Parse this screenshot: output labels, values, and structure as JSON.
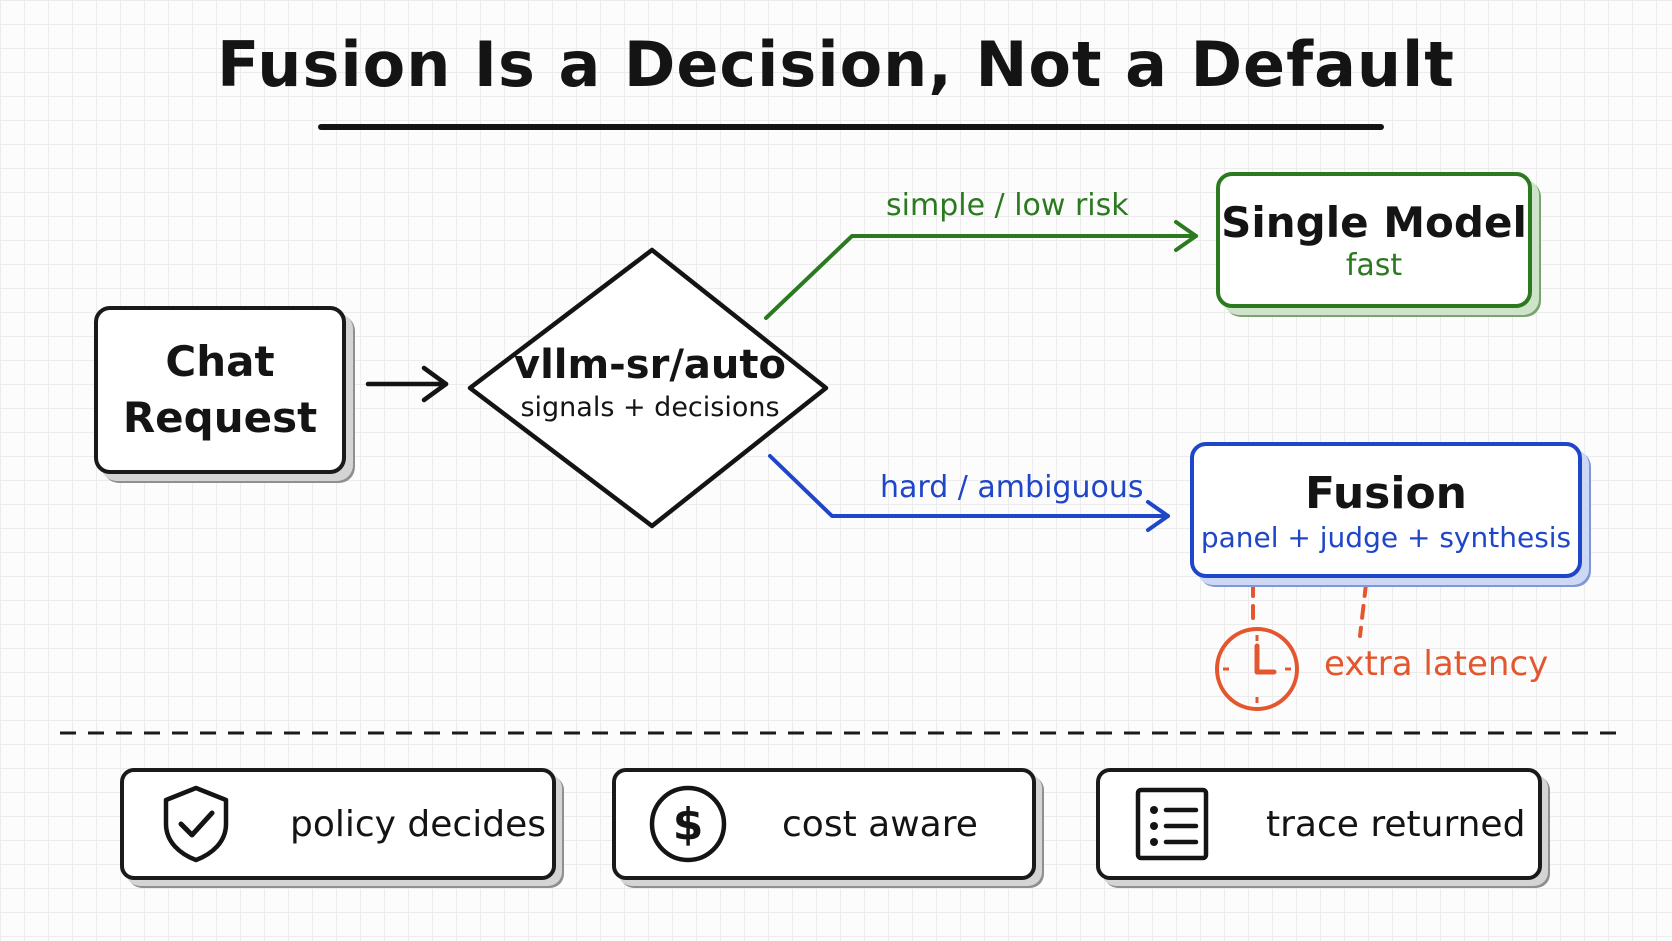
{
  "title": "Fusion Is a Decision, Not a Default",
  "nodes": {
    "chat_request": {
      "line1": "Chat",
      "line2": "Request"
    },
    "router": {
      "title": "vllm-sr/auto",
      "subtitle": "signals + decisions"
    },
    "single_model": {
      "title": "Single Model",
      "subtitle": "fast"
    },
    "fusion": {
      "title": "Fusion",
      "subtitle": "panel + judge + synthesis"
    }
  },
  "edges": {
    "simple": "simple / low risk",
    "hard": "hard / ambiguous"
  },
  "latency": {
    "label": "extra latency",
    "icon": "clock-icon"
  },
  "features": [
    {
      "label": "policy decides",
      "icon": "shield-check-icon"
    },
    {
      "label": "cost aware",
      "icon": "dollar-coin-icon"
    },
    {
      "label": "trace returned",
      "icon": "list-icon"
    }
  ],
  "colors": {
    "ink": "#141414",
    "simple_path": "#2c7a20",
    "fusion_path": "#1f46c8",
    "latency": "#e4572e"
  }
}
